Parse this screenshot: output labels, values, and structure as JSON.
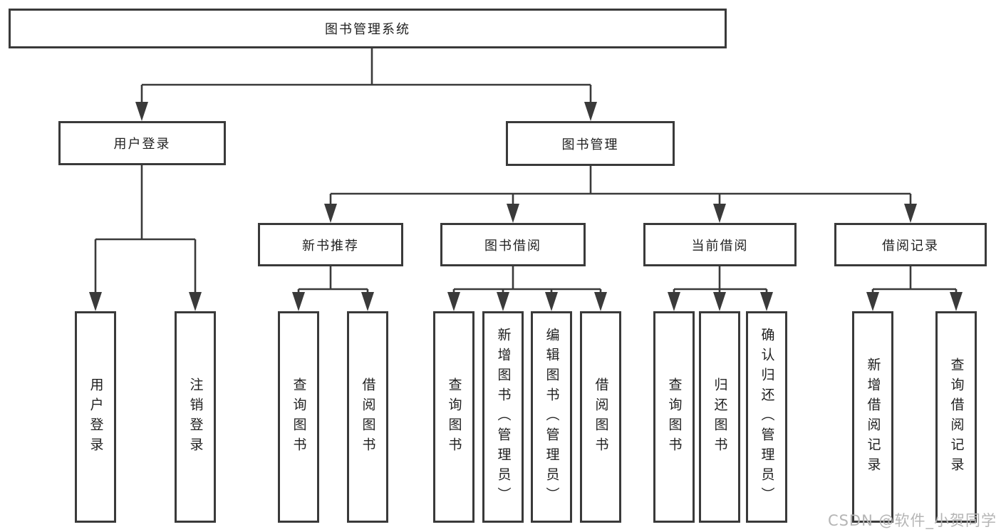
{
  "diagram": {
    "root": {
      "label": "图书管理系统"
    },
    "level2": [
      {
        "label": "用户登录"
      },
      {
        "label": "图书管理"
      }
    ],
    "level3": [
      {
        "label": "新书推荐"
      },
      {
        "label": "图书借阅"
      },
      {
        "label": "当前借阅"
      },
      {
        "label": "借阅记录"
      }
    ],
    "leaves": [
      {
        "label": "用户登录"
      },
      {
        "label": "注销登录"
      },
      {
        "label": "查询图书"
      },
      {
        "label": "借阅图书"
      },
      {
        "label": "查询图书"
      },
      {
        "label": "新增图书（管理员）"
      },
      {
        "label": "编辑图书（管理员）"
      },
      {
        "label": "借阅图书"
      },
      {
        "label": "查询图书"
      },
      {
        "label": "归还图书"
      },
      {
        "label": "确认归还（管理员）"
      },
      {
        "label": "新增借阅记录"
      },
      {
        "label": "查询借阅记录"
      }
    ]
  },
  "watermark": "CSDN @软件_小贺同学",
  "colors": {
    "line": "#3a3a3a",
    "text": "#1f1f1f",
    "watermark": "#b5b5b5",
    "background": "#ffffff"
  }
}
